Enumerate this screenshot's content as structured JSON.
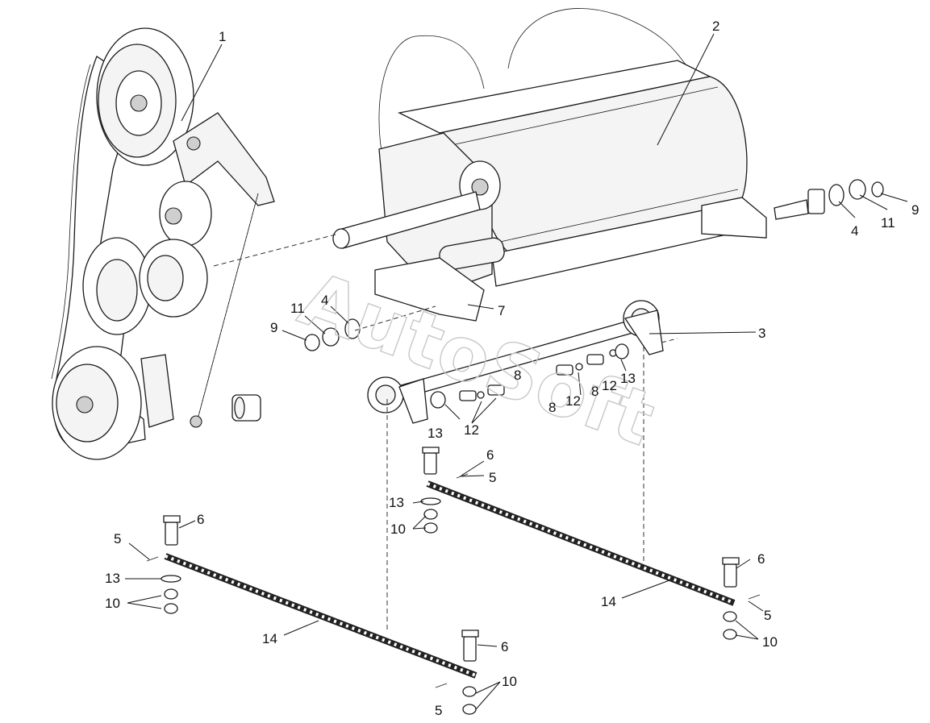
{
  "watermark": "AutoSoft",
  "callouts": {
    "c1": "1",
    "c2": "2",
    "c3": "3",
    "c4a": "4",
    "c4b": "4",
    "c5a": "5",
    "c5b": "5",
    "c5c": "5",
    "c5d": "5",
    "c6a": "6",
    "c6b": "6",
    "c6c": "6",
    "c6d": "6",
    "c7": "7",
    "c8a": "8",
    "c8b": "8",
    "c8c": "8",
    "c9a": "9",
    "c9b": "9",
    "c10a": "10",
    "c10b": "10",
    "c10c": "10",
    "c10d": "10",
    "c11a": "11",
    "c11b": "11",
    "c12a": "12",
    "c12b": "12",
    "c12c": "12",
    "c13a": "13",
    "c13b": "13",
    "c13c": "13",
    "c13d": "13",
    "c14a": "14",
    "c14b": "14"
  }
}
